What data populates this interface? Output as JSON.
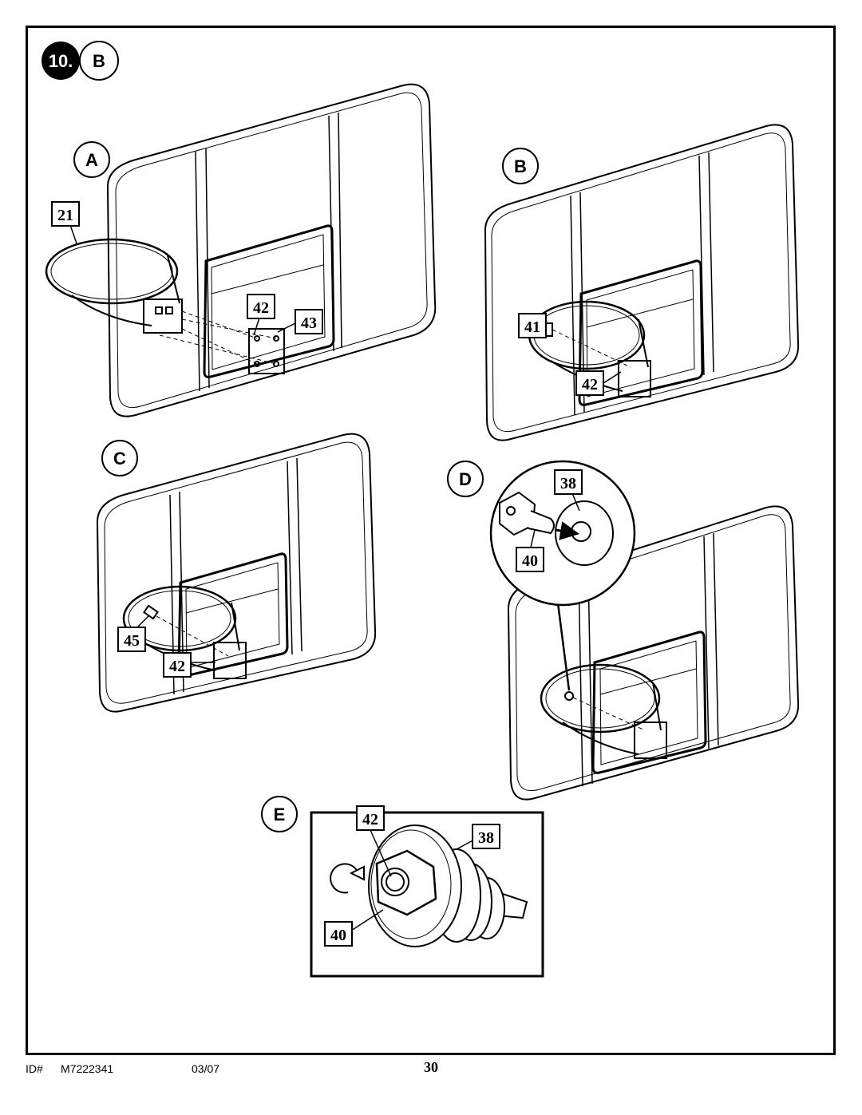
{
  "step": {
    "number": "10.",
    "variant": "B"
  },
  "panels": {
    "a": {
      "letter": "A",
      "callouts": [
        "21",
        "42",
        "43"
      ]
    },
    "b": {
      "letter": "B",
      "callouts": [
        "41",
        "42"
      ]
    },
    "c": {
      "letter": "C",
      "callouts": [
        "45",
        "42"
      ]
    },
    "d": {
      "letter": "D",
      "callouts": [
        "38",
        "40"
      ]
    },
    "e": {
      "letter": "E",
      "callouts": [
        "42",
        "38",
        "40"
      ],
      "icon": "rotate-clockwise-icon"
    }
  },
  "footer": {
    "id_label": "ID#",
    "id_value": "M7222341",
    "date": "03/07",
    "page_number": "30"
  }
}
